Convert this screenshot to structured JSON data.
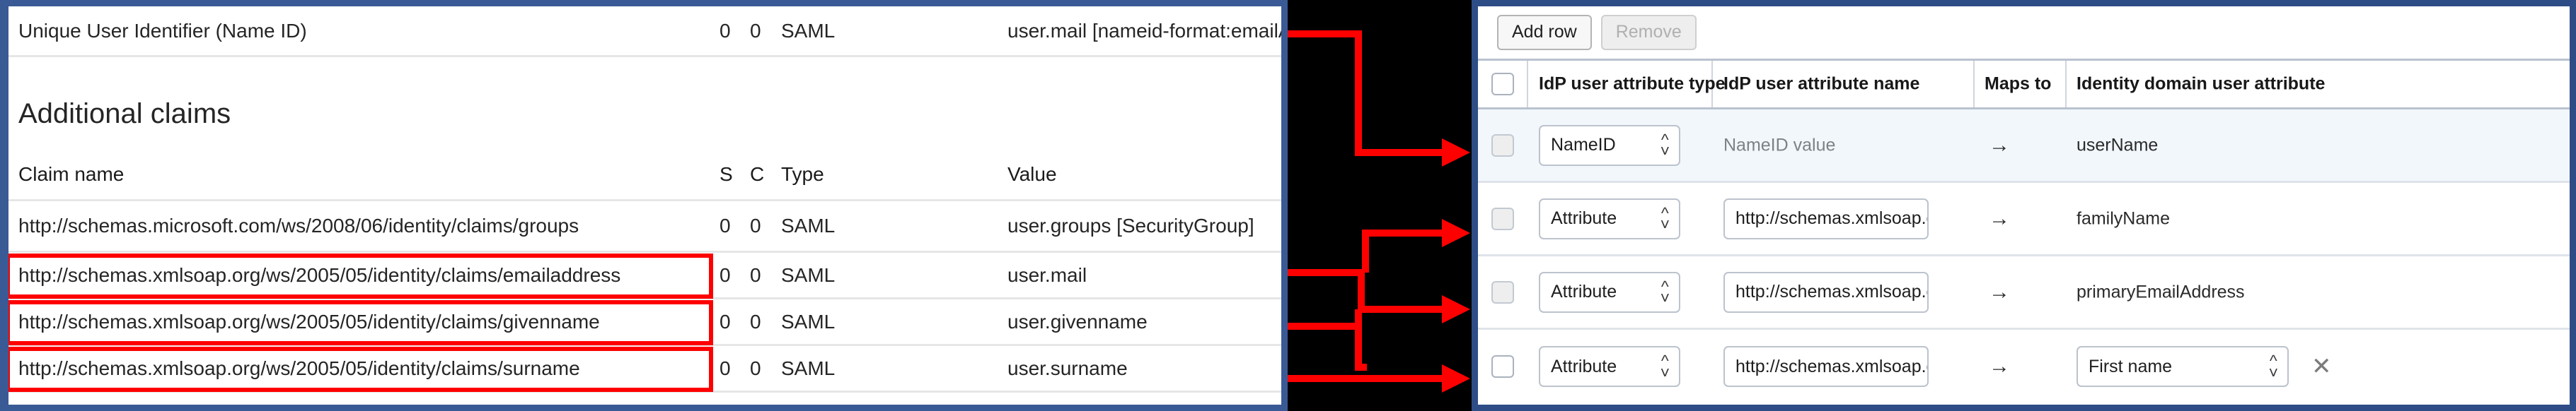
{
  "left_panel": {
    "nameid_row": {
      "claim_name": "Unique User Identifier (Name ID)",
      "s": "0",
      "c": "0",
      "type": "SAML",
      "value": "user.mail [nameid-format:emailAddress]"
    },
    "section_title": "Additional claims",
    "columns": {
      "claim_name": "Claim name",
      "s": "S",
      "c": "C",
      "type": "Type",
      "value": "Value"
    },
    "rows": [
      {
        "claim_name": "http://schemas.microsoft.com/ws/2008/06/identity/claims/groups",
        "s": "0",
        "c": "0",
        "type": "SAML",
        "value": "user.groups [SecurityGroup]",
        "highlighted": false
      },
      {
        "claim_name": "http://schemas.xmlsoap.org/ws/2005/05/identity/claims/emailaddress",
        "s": "0",
        "c": "0",
        "type": "SAML",
        "value": "user.mail",
        "highlighted": true
      },
      {
        "claim_name": "http://schemas.xmlsoap.org/ws/2005/05/identity/claims/givenname",
        "s": "0",
        "c": "0",
        "type": "SAML",
        "value": "user.givenname",
        "highlighted": true
      },
      {
        "claim_name": "http://schemas.xmlsoap.org/ws/2005/05/identity/claims/surname",
        "s": "0",
        "c": "0",
        "type": "SAML",
        "value": "user.surname",
        "highlighted": true
      }
    ]
  },
  "annotations": {
    "highlight_color": "#ff0000",
    "arrow_count": 4,
    "backdrop_color": "#000000"
  },
  "right_panel": {
    "toolbar": {
      "add_row_label": "Add row",
      "remove_label": "Remove"
    },
    "columns": {
      "idp_type": "IdP user attribute type",
      "idp_name": "IdP user attribute name",
      "maps_to": "Maps to",
      "identity_domain": "Identity domain user attribute"
    },
    "arrow_glyph": "→",
    "rows": [
      {
        "type_value": "NameID",
        "name_value": "NameID value",
        "name_is_select": false,
        "name_is_placeholder": true,
        "target_value": "userName",
        "target_is_select": false,
        "selected": true,
        "checkbox_disabled": true,
        "has_delete": false
      },
      {
        "type_value": "Attribute",
        "name_value": "http://schemas.xmlsoap.org/w",
        "name_is_select": false,
        "name_is_placeholder": false,
        "target_value": "familyName",
        "target_is_select": false,
        "selected": false,
        "checkbox_disabled": true,
        "has_delete": false
      },
      {
        "type_value": "Attribute",
        "name_value": "http://schemas.xmlsoap.org/w",
        "name_is_select": false,
        "name_is_placeholder": false,
        "target_value": "primaryEmailAddress",
        "target_is_select": false,
        "selected": false,
        "checkbox_disabled": true,
        "has_delete": false
      },
      {
        "type_value": "Attribute",
        "name_value": "http://schemas.xmlsoap.org/w",
        "name_is_select": false,
        "name_is_placeholder": false,
        "target_value": "First name",
        "target_is_select": true,
        "selected": false,
        "checkbox_disabled": false,
        "has_delete": true
      }
    ],
    "delete_glyph": "✕"
  }
}
